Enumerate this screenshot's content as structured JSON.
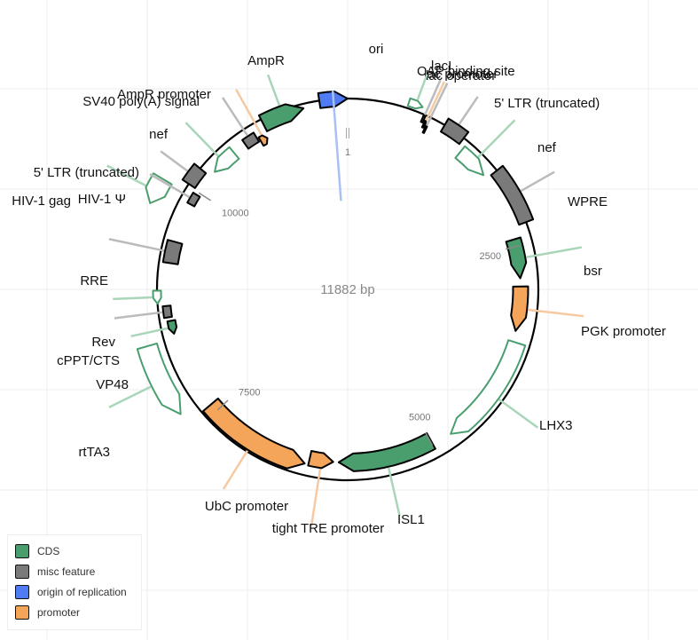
{
  "plasmid": {
    "total_length_label": "11882 bp",
    "total_length": 11882
  },
  "ticks": [
    {
      "position": 1,
      "label": "1"
    },
    {
      "position": 2500,
      "label": "2500"
    },
    {
      "position": 5000,
      "label": "5000"
    },
    {
      "position": 7500,
      "label": "7500"
    },
    {
      "position": 10000,
      "label": "10000"
    }
  ],
  "colors": {
    "CDS": "#4a9e6e",
    "misc_feature": "#7a7a7a",
    "origin_of_replication": "#4f7cf5",
    "promoter": "#f4a55a",
    "outline_only": "#ffffff",
    "stroke": "#000000",
    "label_line_CDS": "#a9d5b9",
    "label_line_misc": "#bbbbbb",
    "label_line_ori": "#a9c0f7",
    "label_line_promoter": "#f7c9a0",
    "backbone": "#000000"
  },
  "features": [
    {
      "name": "ori",
      "label": "ori",
      "type": "origin_of_replication",
      "start": 11600,
      "end": 11882,
      "direction": 1,
      "filled": true
    },
    {
      "name": "CAP binding site",
      "label": "CAP binding site",
      "type": "misc_feature",
      "start": 780,
      "end": 800,
      "direction": 0,
      "filled": true
    },
    {
      "name": "lac promoter",
      "label": "lac promoter",
      "type": "promoter",
      "start": 815,
      "end": 835,
      "direction": 1,
      "filled": true
    },
    {
      "name": "lac operator",
      "label": "lac operator",
      "type": "misc_feature",
      "start": 845,
      "end": 860,
      "direction": 0,
      "filled": true
    },
    {
      "name": "lacI",
      "label": "lacI",
      "type": "CDS",
      "start": 600,
      "end": 740,
      "direction": 1,
      "filled": false
    },
    {
      "name": "5' LTR (truncated)",
      "label": "5' LTR (truncated)",
      "type": "misc_feature",
      "start": 1010,
      "end": 1240,
      "direction": 0,
      "filled": true
    },
    {
      "name": "nef",
      "label": "nef",
      "type": "CDS",
      "start": 1300,
      "end": 1650,
      "direction": 1,
      "filled": false
    },
    {
      "name": "WPRE",
      "label": "WPRE",
      "type": "misc_feature",
      "start": 1700,
      "end": 2290,
      "direction": 0,
      "filled": true
    },
    {
      "name": "bsr",
      "label": "bsr",
      "type": "CDS",
      "start": 2420,
      "end": 2850,
      "direction": 1,
      "filled": true
    },
    {
      "name": "PGK promoter",
      "label": "PGK promoter",
      "type": "promoter",
      "start": 2940,
      "end": 3430,
      "direction": 1,
      "filled": true
    },
    {
      "name": "LHX3",
      "label": "LHX3",
      "type": "CDS",
      "start": 3550,
      "end": 4770,
      "direction": 1,
      "filled": false
    },
    {
      "name": "ISL1",
      "label": "ISL1",
      "type": "CDS",
      "start": 4990,
      "end": 6040,
      "direction": 1,
      "filled": true
    },
    {
      "name": "tight TRE promoter",
      "label": "tight TRE promoter",
      "type": "promoter",
      "start": 6100,
      "end": 6360,
      "direction": -1,
      "filled": true
    },
    {
      "name": "UbC promoter",
      "label": "UbC promoter",
      "type": "promoter",
      "start": 6400,
      "end": 7590,
      "direction": -1,
      "filled": true
    },
    {
      "name": "rtTA3",
      "label": "rtTA3",
      "type": "CDS",
      "start": 7700,
      "end": 8390,
      "direction": -1,
      "filled": false
    },
    {
      "name": "VP48",
      "label": "VP48",
      "type": "CDS",
      "start": 8440,
      "end": 8580,
      "direction": -1,
      "filled": true
    },
    {
      "name": "cPPT/CTS",
      "label": "cPPT/CTS",
      "type": "misc_feature",
      "start": 8620,
      "end": 8740,
      "direction": 0,
      "filled": true
    },
    {
      "name": "Rev",
      "label": "Rev",
      "type": "CDS",
      "start": 8770,
      "end": 8900,
      "direction": -1,
      "filled": false
    },
    {
      "name": "RRE",
      "label": "RRE",
      "type": "misc_feature",
      "start": 9190,
      "end": 9420,
      "direction": 0,
      "filled": true
    },
    {
      "name": "HIV-1 Ψ",
      "label": "HIV-1 Ψ",
      "type": "misc_feature",
      "start": 9850,
      "end": 9970,
      "direction": 0,
      "filled": true
    },
    {
      "name": "HIV-1 gag",
      "label": "HIV-1 gag",
      "type": "CDS",
      "start": 9690,
      "end": 9930,
      "direction": -1,
      "filled": false
    },
    {
      "name": "5' LTR (truncated) 2",
      "label": "5' LTR (truncated)",
      "type": "misc_feature",
      "start": 10020,
      "end": 10210,
      "direction": 0,
      "filled": true
    },
    {
      "name": "nef 2",
      "label": "nef",
      "type": "CDS",
      "start": 10280,
      "end": 10570,
      "direction": -1,
      "filled": false
    },
    {
      "name": "SV40 poly(A) signal",
      "label": "SV40 poly(A) signal",
      "type": "misc_feature",
      "start": 10720,
      "end": 10860,
      "direction": 0,
      "filled": true
    },
    {
      "name": "AmpR promoter",
      "label": "AmpR promoter",
      "type": "promoter",
      "start": 10880,
      "end": 10960,
      "direction": 1,
      "filled": true
    },
    {
      "name": "AmpR",
      "label": "AmpR",
      "type": "CDS",
      "start": 10990,
      "end": 11430,
      "direction": 1,
      "filled": true
    }
  ],
  "legend": [
    {
      "label": "CDS",
      "color": "#4a9e6e"
    },
    {
      "label": "misc feature",
      "color": "#7a7a7a"
    },
    {
      "label": "origin of replication",
      "color": "#4f7cf5"
    },
    {
      "label": "promoter",
      "color": "#f4a55a"
    }
  ]
}
